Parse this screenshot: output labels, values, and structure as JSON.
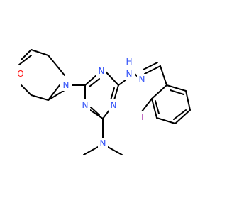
{
  "molecule": {
    "atoms": {
      "morpholine_o": {
        "symbol": "O",
        "color": "#FF0D0D"
      },
      "morpholine_n": {
        "symbol": "N",
        "color": "#3050F8"
      },
      "triazine_n1": {
        "symbol": "N",
        "color": "#3050F8"
      },
      "triazine_n3": {
        "symbol": "N",
        "color": "#3050F8"
      },
      "triazine_n5": {
        "symbol": "N",
        "color": "#3050F8"
      },
      "dimethylamino_n": {
        "symbol": "N",
        "color": "#3050F8"
      },
      "hydrazine_nh": {
        "symbol": "N",
        "hydrogen": "H",
        "color": "#3050F8"
      },
      "hydrazone_n": {
        "symbol": "N",
        "color": "#3050F8"
      },
      "iodine": {
        "symbol": "I",
        "color": "#940094"
      }
    },
    "bond_color": "#000000"
  }
}
